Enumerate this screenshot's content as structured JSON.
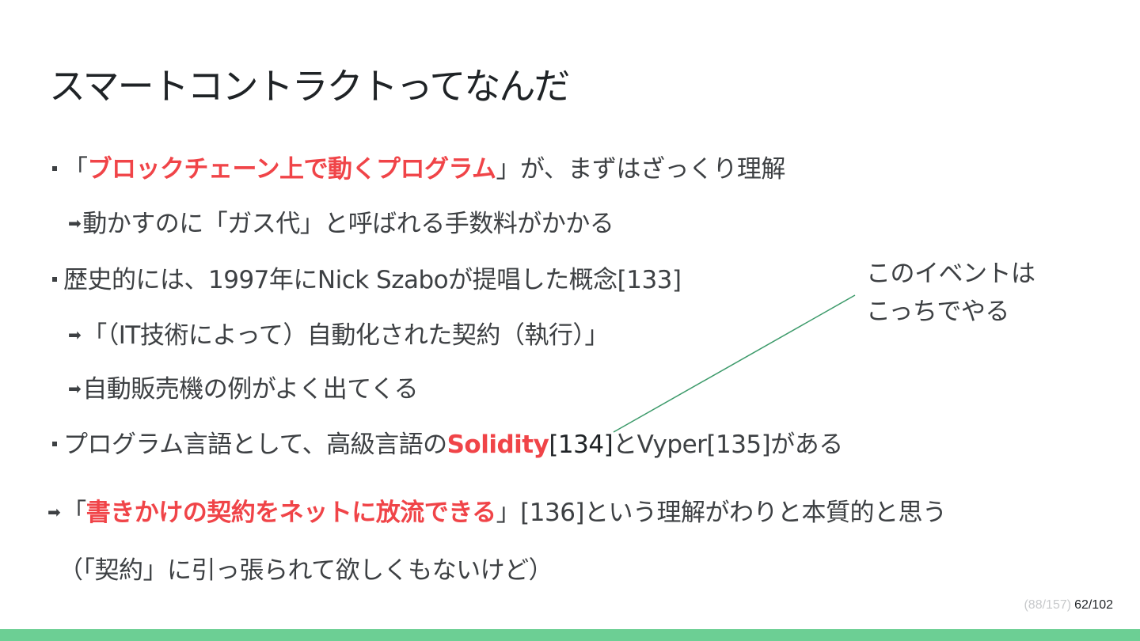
{
  "slide": {
    "title": "スマートコントラクトってなんだ"
  },
  "bullets": {
    "b1": {
      "open": "「",
      "highlight": "ブロックチェーン上で動くプログラム",
      "rest": "」が、まずはざっくり理解"
    },
    "b1_sub": {
      "arrow": "➡",
      "text": "動かすのに「ガス代」と呼ばれる手数料がかかる"
    },
    "b2": {
      "text": "歴史的には、1997年にNick Szaboが提唱した概念[133]"
    },
    "b2_sub1": {
      "arrow": "➡",
      "text": "「（IT技術によって）自動化された契約（執行）」"
    },
    "b2_sub2": {
      "arrow": "➡",
      "text": "自動販売機の例がよく出てくる"
    },
    "b3": {
      "pre": "プログラム言語として、高級言語の",
      "highlight": "Solidity",
      "ref": "[134]",
      "rest": "とVyper[135]がある"
    },
    "conclusion": {
      "arrow": "➡",
      "open": "「",
      "highlight": "書きかけの契約をネットに放流できる",
      "rest": "」[136]という理解がわりと本質的と思う"
    },
    "note": {
      "text": "（「契約」に引っ張られて欲しくもないけど）"
    }
  },
  "annotation": {
    "line1": "このイベントは",
    "line2": "こっちでやる"
  },
  "pagination": {
    "total": "(88/157)",
    "current": "62/102"
  },
  "colors": {
    "highlight": "#f04448",
    "callout_line": "#3c9a6a",
    "bottom_bar": "#6ccf94",
    "text": "#3d4043",
    "title": "#1f2326"
  }
}
